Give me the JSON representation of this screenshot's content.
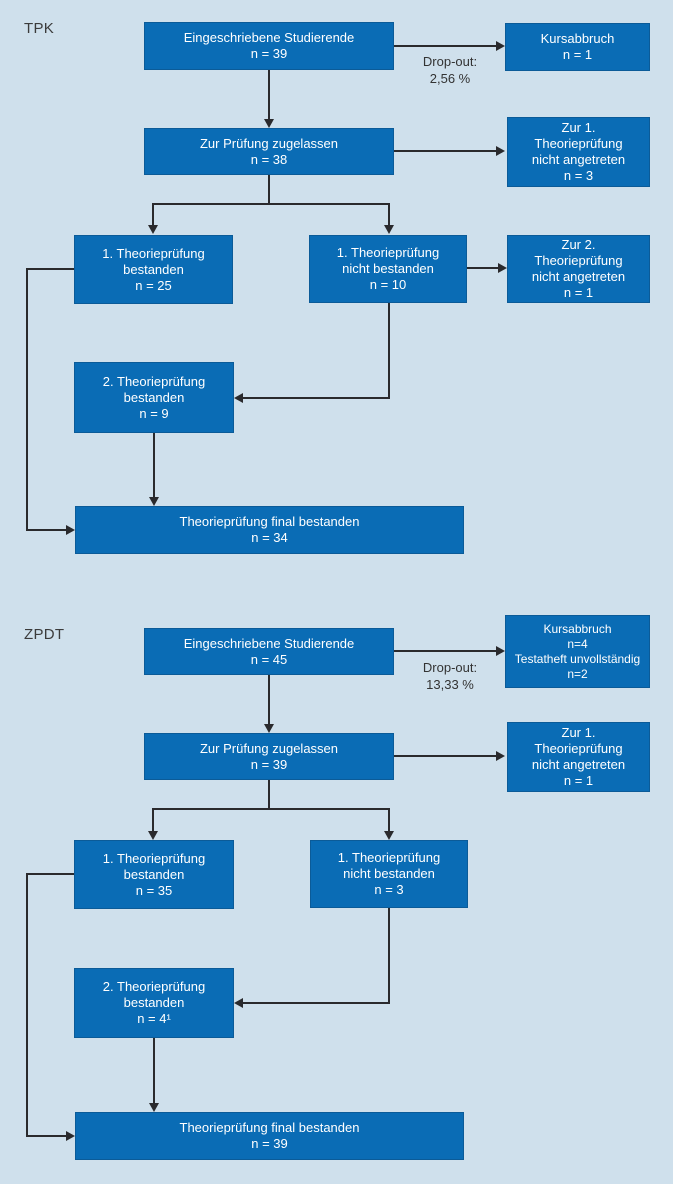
{
  "colors": {
    "background": "#cfe0ec",
    "box_fill": "#0a6cb5",
    "box_border": "#0b5b98",
    "box_text": "#ffffff",
    "line": "#2a2a2d",
    "label_text": "#3b3b3b"
  },
  "tpk": {
    "section_label": "TPK",
    "dropout_label": [
      "Drop-out:",
      "2,56 %"
    ],
    "boxes": {
      "enrolled": [
        "Eingeschriebene Studierende",
        "n = 39"
      ],
      "dropout": [
        "Kursabbruch",
        "n = 1"
      ],
      "admitted": [
        "Zur Prüfung zugelassen",
        "n = 38"
      ],
      "no_show_first": [
        "Zur 1.",
        "Theorieprüfung",
        "nicht angetreten",
        "n = 3"
      ],
      "first_passed": [
        "1. Theorieprüfung",
        "bestanden",
        "n = 25"
      ],
      "first_failed": [
        "1. Theorieprüfung",
        "nicht bestanden",
        "n = 10"
      ],
      "no_show_second": [
        "Zur 2.",
        "Theorieprüfung",
        "nicht angetreten",
        "n = 1"
      ],
      "second_passed": [
        "2. Theorieprüfung",
        "bestanden",
        "n = 9"
      ],
      "final_passed": [
        "Theorieprüfung final bestanden",
        "n = 34"
      ]
    }
  },
  "zpdt": {
    "section_label": "ZPDT",
    "dropout_label": [
      "Drop-out:",
      "13,33 %"
    ],
    "boxes": {
      "enrolled": [
        "Eingeschriebene Studierende",
        "n = 45"
      ],
      "dropout": [
        "Kursabbruch",
        "n=4",
        "Testatheft unvollständig",
        "n=2"
      ],
      "admitted": [
        "Zur Prüfung zugelassen",
        "n = 39"
      ],
      "no_show_first": [
        "Zur 1.",
        "Theorieprüfung",
        "nicht angetreten",
        "n = 1"
      ],
      "first_passed": [
        "1. Theorieprüfung",
        "bestanden",
        "n = 35"
      ],
      "first_failed": [
        "1. Theorieprüfung",
        "nicht bestanden",
        "n = 3"
      ],
      "second_passed": [
        "2. Theorieprüfung",
        "bestanden",
        "n = 4¹"
      ],
      "final_passed": [
        "Theorieprüfung final bestanden",
        "n = 39"
      ]
    }
  }
}
